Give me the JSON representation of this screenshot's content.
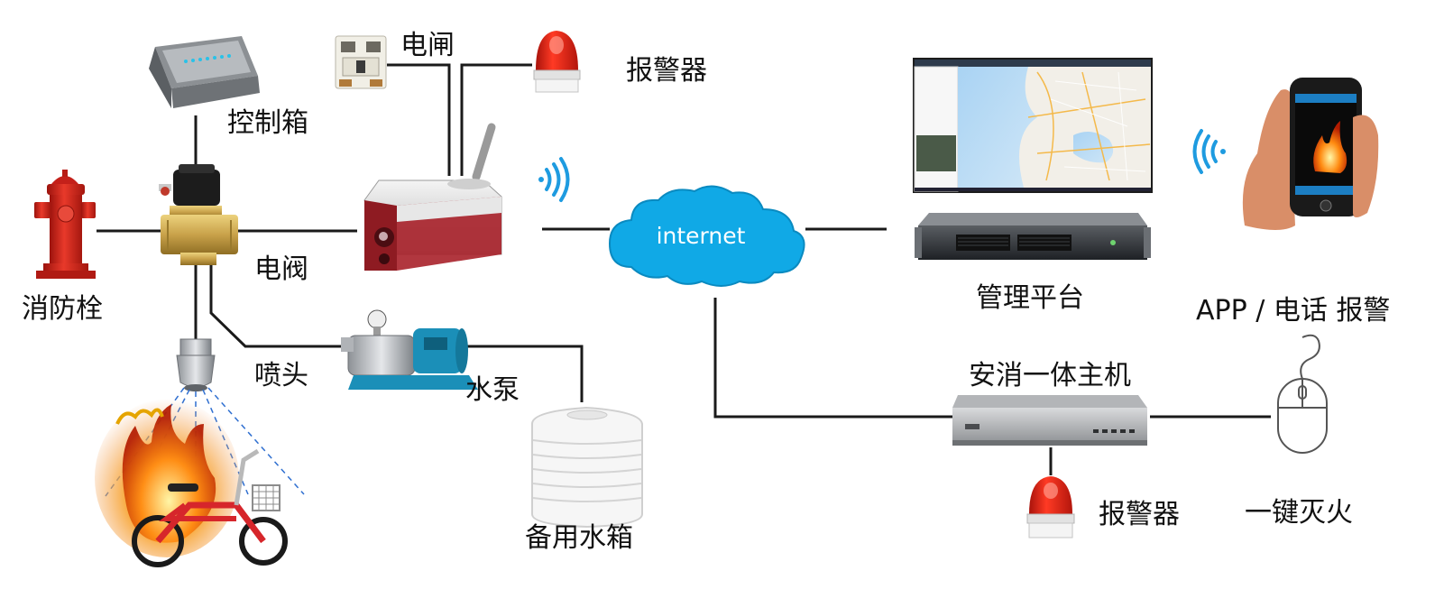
{
  "labels": {
    "control_box": "控制箱",
    "circuit_breaker": "电闸",
    "alarm_top": "报警器",
    "hydrant": "消防栓",
    "solenoid_valve": "电阀",
    "nozzle": "喷头",
    "water_pump": "水泵",
    "backup_tank": "备用水箱",
    "internet": "internet",
    "platform": "管理平台",
    "app_alarm": "APP / 电话 报警",
    "host": "安消一体主机",
    "alarm_bottom": "报警器",
    "one_key": "一键灭火"
  },
  "colors": {
    "line": "#1a1a1a",
    "cloud": "#10a9e6",
    "wifi": "#1e9be0",
    "hydrant_red": "#d8261b",
    "alarm_red": "#e8231b",
    "camera_red": "#a8212a",
    "fire_orange": "#f38a1c",
    "spray_blue": "#2f6fd0",
    "valve_brass": "#c9a24a",
    "pump_blue": "#1b8fb8"
  },
  "icons": {
    "control_box": "control-box-icon",
    "breaker": "circuit-breaker-icon",
    "alarm": "alarm-light-icon",
    "hydrant": "fire-hydrant-icon",
    "valve": "solenoid-valve-icon",
    "camera": "camera-icon",
    "nozzle": "sprinkler-nozzle-icon",
    "pump": "water-pump-icon",
    "tank": "water-tank-icon",
    "bike_fire": "burning-ebike-icon",
    "cloud": "internet-cloud-icon",
    "monitor": "monitor-map-icon",
    "server": "rack-server-icon",
    "phone": "smartphone-icon",
    "host": "host-unit-icon",
    "mouse": "mouse-icon"
  }
}
